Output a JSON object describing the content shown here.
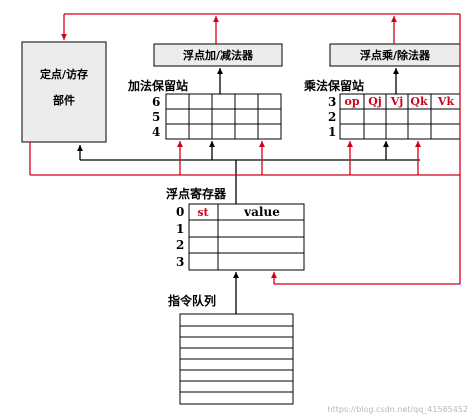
{
  "units": {
    "load_store": {
      "line1": "定点/访存",
      "line2": "部件"
    },
    "fp_adder": "浮点加/减法器",
    "fp_multiplier": "浮点乘/除法器"
  },
  "add_stations": {
    "title": "加法保留站",
    "rows": [
      "6",
      "5",
      "4"
    ]
  },
  "mul_stations": {
    "title": "乘法保留站",
    "rows": [
      "3",
      "2",
      "1"
    ],
    "fields": [
      "op",
      "Qj",
      "Vj",
      "Qk",
      "Vk"
    ]
  },
  "fp_registers": {
    "title": "浮点寄存器",
    "rows": [
      "0",
      "1",
      "2",
      "3"
    ],
    "columns": [
      "st",
      "value"
    ]
  },
  "instruction_queue": {
    "title": "指令队列"
  },
  "watermark": "https://blog.csdn.net/qq_41585452",
  "colors": {
    "bus_red": "#d0021b",
    "bus_black": "#000000",
    "unit_fill": "#ececec"
  }
}
